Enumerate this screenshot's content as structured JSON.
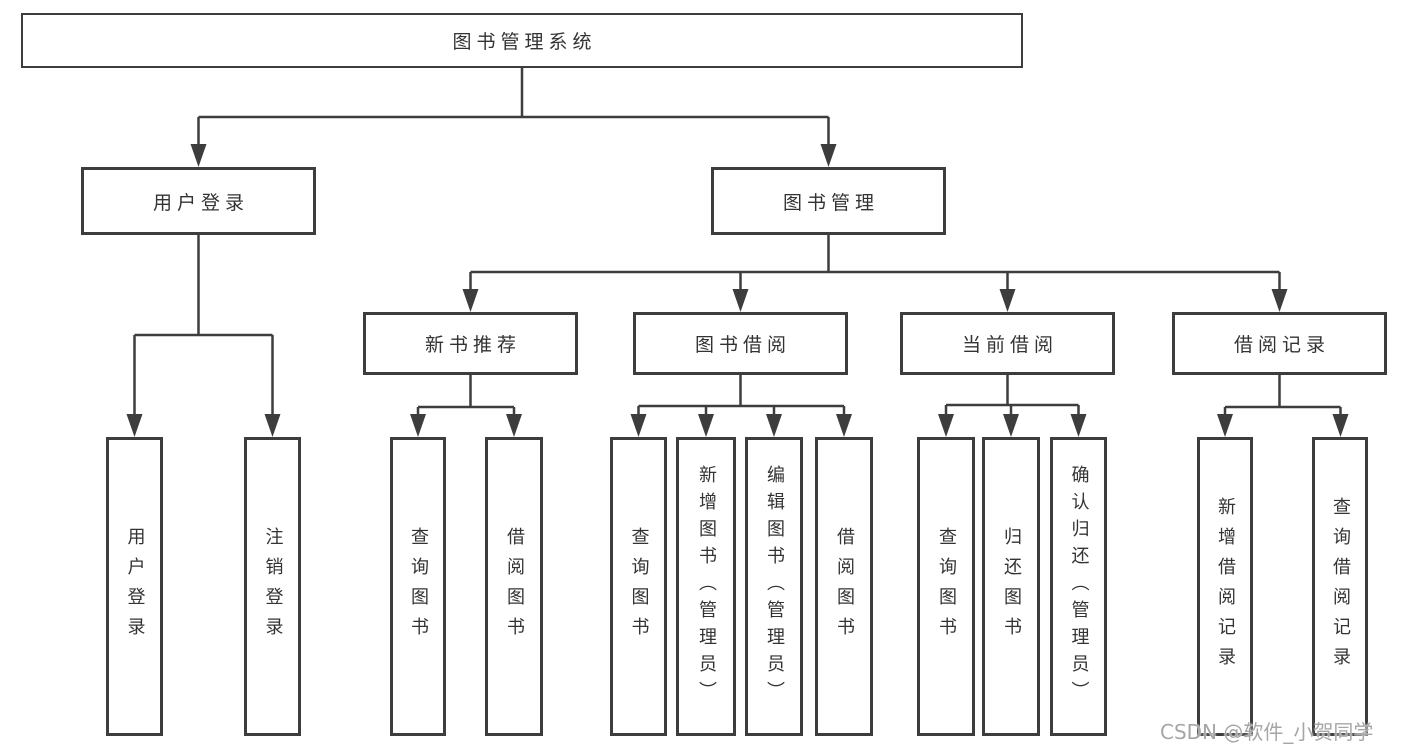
{
  "nodes": {
    "root": "图书管理系统",
    "user_login": "用户登录",
    "book_management": "图书管理",
    "new_book_recommend": "新书推荐",
    "book_borrow": "图书借阅",
    "current_borrow": "当前借阅",
    "borrow_records": "借阅记录",
    "leaf_user_login": "用户登录",
    "leaf_logout_login": "注销登录",
    "leaf_query_book_1": "查询图书",
    "leaf_borrow_book_1": "借阅图书",
    "leaf_query_book_2": "查询图书",
    "leaf_add_book_admin": "新增图书（管理员）",
    "leaf_edit_book_admin": "编辑图书（管理员）",
    "leaf_borrow_book_2": "借阅图书",
    "leaf_query_book_3": "查询图书",
    "leaf_return_book": "归还图书",
    "leaf_confirm_return_admin": "确认归还（管理员）",
    "leaf_add_borrow_record": "新增借阅记录",
    "leaf_query_borrow_record": "查询借阅记录"
  },
  "watermark": "CSDN @软件_小贺同学",
  "colors": {
    "line": "#3d3d3d",
    "text": "#333333",
    "box_background": "#ffffff",
    "watermark": "#a6a6a6"
  }
}
